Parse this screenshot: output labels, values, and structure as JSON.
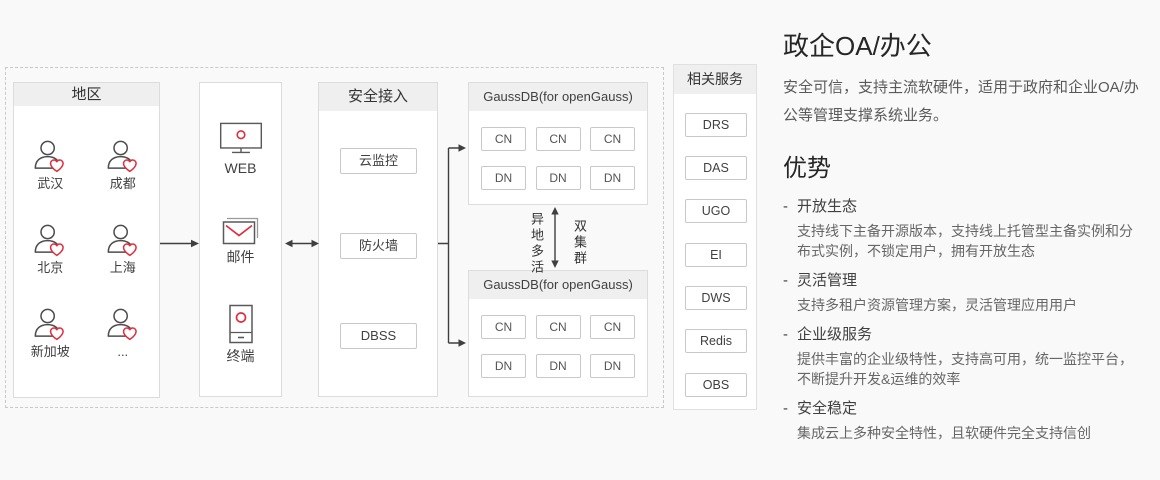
{
  "accent_color": "#e02e3d",
  "diagram": {
    "region": {
      "title": "地区",
      "users": [
        "武汉",
        "成都",
        "北京",
        "上海",
        "新加坡",
        "..."
      ]
    },
    "channels": [
      {
        "label": "WEB",
        "icon": "monitor-icon"
      },
      {
        "label": "邮件",
        "icon": "mail-icon"
      },
      {
        "label": "终端",
        "icon": "terminal-icon"
      }
    ],
    "secure_access": {
      "title": "安全接入",
      "items": [
        "云监控",
        "防火墙",
        "DBSS"
      ]
    },
    "clusters": [
      {
        "title": "GaussDB(for openGauss)",
        "cn": [
          "CN",
          "CN",
          "CN"
        ],
        "dn": [
          "DN",
          "DN",
          "DN"
        ]
      },
      {
        "title": "GaussDB(for openGauss)",
        "cn": [
          "CN",
          "CN",
          "CN"
        ],
        "dn": [
          "DN",
          "DN",
          "DN"
        ]
      }
    ],
    "cluster_link": {
      "left_label": "异地多活",
      "right_label": "双集群"
    },
    "related_services": {
      "title": "相关服务",
      "items": [
        "DRS",
        "DAS",
        "UGO",
        "EI",
        "DWS",
        "Redis",
        "OBS"
      ]
    }
  },
  "info": {
    "title": "政企OA/办公",
    "description": "安全可信，支持主流软硬件，适用于政府和企业OA/办公等管理支撑系统业务。",
    "advantages_heading": "优势",
    "bullet": "-",
    "advantages": [
      {
        "title": "开放生态",
        "desc": "支持线下主备开源版本，支持线上托管型主备实例和分布式实例，不锁定用户，拥有开放生态"
      },
      {
        "title": "灵活管理",
        "desc": "支持多租户资源管理方案，灵活管理应用用户"
      },
      {
        "title": "企业级服务",
        "desc": "提供丰富的企业级特性，支持高可用，统一监控平台，不断提升开发&运维的效率"
      },
      {
        "title": "安全稳定",
        "desc": "集成云上多种安全特性，且软硬件完全支持信创"
      }
    ]
  }
}
